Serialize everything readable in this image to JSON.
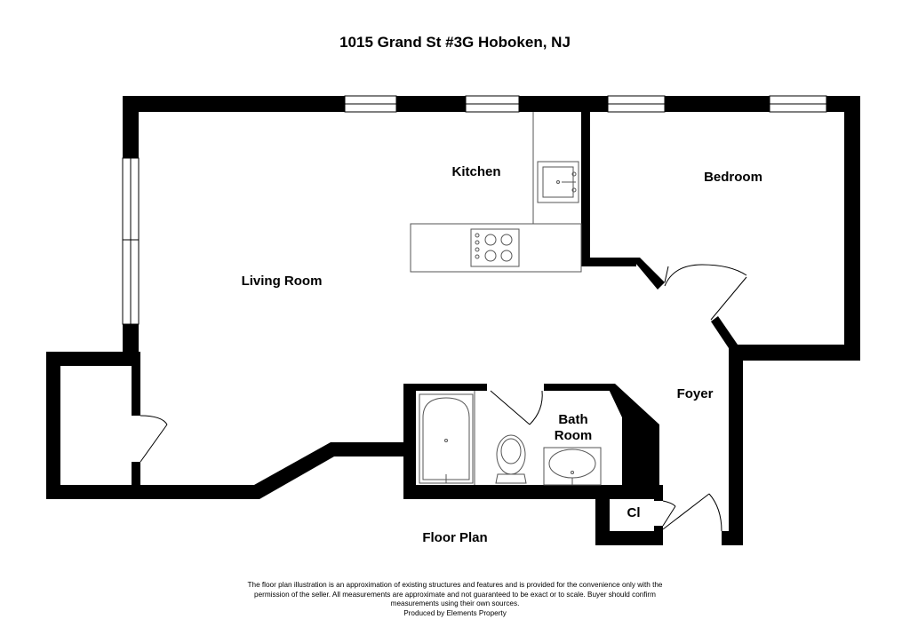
{
  "title": "1015 Grand St #3G Hoboken, NJ",
  "rooms": {
    "kitchen": "Kitchen",
    "bedroom": "Bedroom",
    "living_room": "Living Room",
    "foyer": "Foyer",
    "bath_line1": "Bath",
    "bath_line2": "Room",
    "closet": "Cl"
  },
  "caption": "Floor Plan",
  "disclaimer": "The floor plan illustration is an approximation of existing structures and features and is provided for the convenience only with the permission of the seller. All measurements are approximate and not guaranteed to be exact or to scale. Buyer should confirm measurements using their own sources.",
  "credit": "Produced by Elements Property",
  "colors": {
    "wall": "#000000",
    "fixture_stroke": "#666666",
    "background": "#ffffff"
  }
}
